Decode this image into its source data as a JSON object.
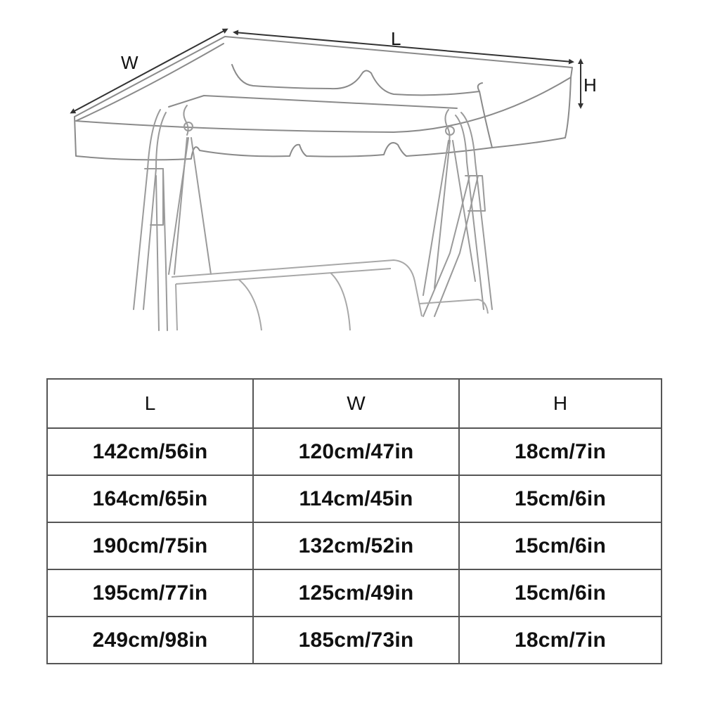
{
  "diagram": {
    "label_length": "L",
    "label_width": "W",
    "label_height": "H"
  },
  "table": {
    "headers": [
      "L",
      "W",
      "H"
    ],
    "rows": [
      [
        "142cm/56in",
        "120cm/47in",
        "18cm/7in"
      ],
      [
        "164cm/65in",
        "114cm/45in",
        "15cm/6in"
      ],
      [
        "190cm/75in",
        "132cm/52in",
        "15cm/6in"
      ],
      [
        "195cm/77in",
        "125cm/49in",
        "15cm/6in"
      ],
      [
        "249cm/98in",
        "185cm/73in",
        "18cm/7in"
      ]
    ]
  }
}
